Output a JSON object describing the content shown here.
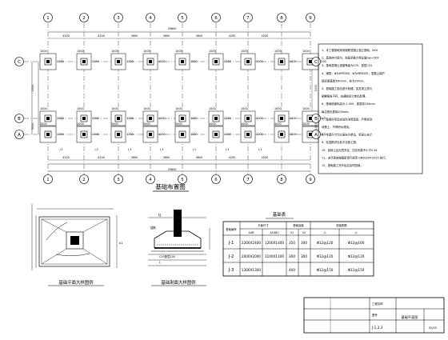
{
  "plan": {
    "title": "基础布置图",
    "axis_numbers": [
      "1",
      "2",
      "3",
      "4",
      "5",
      "6",
      "7",
      "8",
      "9"
    ],
    "axis_letters": [
      "C",
      "B",
      "A"
    ],
    "total_dim": "29800",
    "bay_dims": [
      "4200",
      "4200",
      "3600",
      "3600",
      "3600",
      "4200",
      "4200"
    ],
    "side_dims": [
      "2500",
      "3500",
      "5000",
      "1500"
    ],
    "footing_tags": [
      "J-1",
      "J-2",
      "J-3",
      "J-3",
      "J-2",
      "J-3",
      "J-1"
    ]
  },
  "notes": {
    "lines": [
      "1、本工程基础采用钢筋混凝土独立基础，XXX",
      "2、基础持力层为，地基承载力特征值fak=XXX",
      "3、基础混凝土强度等级为C25，垫层C10",
      "4、钢筋：Φ为HPB300，Φ为HRB335，混凝土保护",
      "层厚度基础为40mm，柱为30mm。",
      "5、基础施工前应进行验槽，如发现土质与",
      "勘察报告不符，应通知设计单位处理。",
      "6、基础底面标高为-1.500，垫层厚100mm",
      "每边宽出基础100mm。",
      "7、基槽开挖后应及时浇筑垫层，严禁扰动",
      "地基土，不得积水浸泡。",
      "8、本图尺寸均以毫米为单位，标高以米计",
      "9、柱插筋详见柱平法施工图。",
      "10、回填土应分层夯实，压实系数不小于0.94",
      "11、未尽事宜按国家现行规范 GB50204-2015 执行。",
      "12、基础施工完毕后应及时回填。"
    ]
  },
  "detail1": {
    "title": "基础平面大样图例"
  },
  "detail2": {
    "title": "基础剖面大样图例"
  },
  "table": {
    "title": "基础表",
    "h_num": "基础编号",
    "h_plan": "平面尺寸",
    "h_axb": "AXB",
    "h_a1b1": "A1XB1",
    "h_h": "基础高度",
    "h_h1": "h1",
    "h_h2": "h2",
    "h_rebar": "底板配筋",
    "h_r1": "①",
    "h_r2": "②",
    "rows": [
      {
        "id": "J-1",
        "axb": "2200X2400",
        "a1b1": "1200X1400",
        "h1": "350",
        "h2": "300",
        "r1": "Φ12@120",
        "r2": "Φ12@100"
      },
      {
        "id": "J-2",
        "axb": "2000X2000",
        "a1b1": "1100X1100",
        "h1": "300",
        "h2": "300",
        "r1": "Φ12@120",
        "r2": "Φ12@120"
      },
      {
        "id": "J-3",
        "axb": "1300X1300",
        "a1b1": "",
        "h1": "400",
        "h2": "",
        "r1": "Φ12@150",
        "r2": "Φ12@150"
      }
    ]
  },
  "titleblock": {
    "name": "基础平面图",
    "drawing_no": "J-1,2,3",
    "label_a": "工程名称",
    "label_b": "图号",
    "sheet": "02/03"
  }
}
